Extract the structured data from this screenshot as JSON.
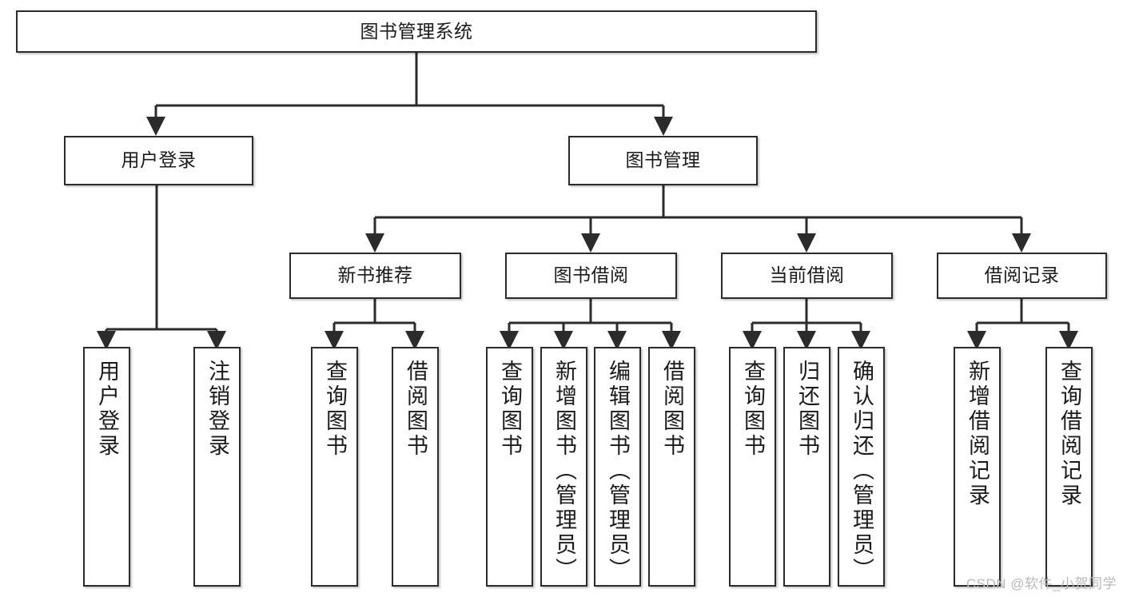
{
  "diagram": {
    "title": "图书管理系统",
    "type": "hierarchy-tree",
    "watermark": "CSDN @软件_小贺同学",
    "colors": {
      "box_border": "#2b2b2b",
      "box_fill": "#ffffff",
      "edge": "#2b2b2b",
      "text": "#1a1a1a",
      "watermark": "#b9b9b9"
    },
    "levels": {
      "root": {
        "label": "图书管理系统"
      },
      "level2": [
        {
          "label": "用户登录"
        },
        {
          "label": "图书管理"
        }
      ],
      "level3": [
        {
          "label": "新书推荐"
        },
        {
          "label": "图书借阅"
        },
        {
          "label": "当前借阅"
        },
        {
          "label": "借阅记录"
        }
      ],
      "leaves": {
        "user_login": [
          {
            "label": "用户登录"
          },
          {
            "label": "注销登录"
          }
        ],
        "new_book_recommend": [
          {
            "label": "查询图书"
          },
          {
            "label": "借阅图书"
          }
        ],
        "book_borrow": [
          {
            "label": "查询图书"
          },
          {
            "label": "新增图书（管理员）"
          },
          {
            "label": "编辑图书（管理员）"
          },
          {
            "label": "借阅图书"
          }
        ],
        "current_borrow": [
          {
            "label": "查询图书"
          },
          {
            "label": "归还图书"
          },
          {
            "label": "确认归还（管理员）"
          }
        ],
        "borrow_records": [
          {
            "label": "新增借阅记录"
          },
          {
            "label": "查询借阅记录"
          }
        ]
      }
    }
  }
}
